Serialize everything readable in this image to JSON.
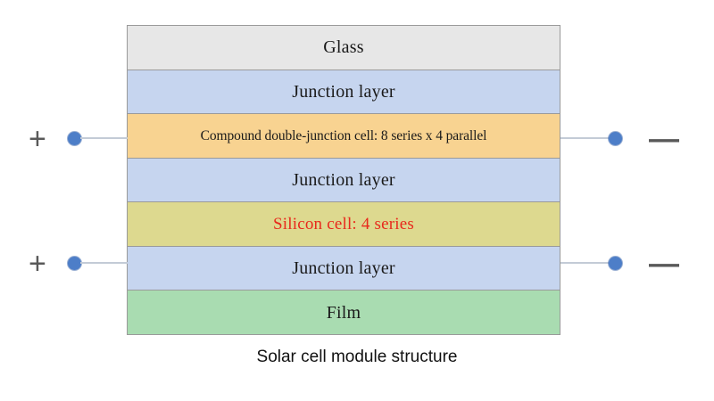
{
  "figure": {
    "caption": "Solar cell module structure",
    "background_color": "#ffffff"
  },
  "stack": {
    "border_color": "#9a9a9a",
    "layers": [
      {
        "id": "glass",
        "label": "Glass",
        "fill": "#e7e7e7",
        "text_color": "#1a1a1a"
      },
      {
        "id": "junction-1",
        "label": "Junction layer",
        "fill": "#c6d5ef",
        "text_color": "#1a1a1a"
      },
      {
        "id": "compound",
        "label": "Compound double-junction cell: 8 series x 4 parallel",
        "fill": "#f8d391",
        "text_color": "#1a1a1a"
      },
      {
        "id": "junction-2",
        "label": "Junction layer",
        "fill": "#c6d5ef",
        "text_color": "#1a1a1a"
      },
      {
        "id": "silicon",
        "label": "Silicon cell: 4 series",
        "fill": "#ddd98f",
        "text_color": "#e8291c"
      },
      {
        "id": "junction-3",
        "label": "Junction layer",
        "fill": "#c6d5ef",
        "text_color": "#1a1a1a"
      },
      {
        "id": "film",
        "label": "Film",
        "fill": "#a9dcb1",
        "text_color": "#1a1a1a"
      }
    ]
  },
  "terminals": {
    "dot_color": "#4d7ec8",
    "lead_color": "#c3cbd6",
    "sign_color": "#595959",
    "groups": [
      {
        "id": "compound-cell-terminals",
        "connects_to": "compound",
        "positive_sign": "+",
        "negative_sign": "—"
      },
      {
        "id": "silicon-cell-terminals",
        "connects_to": "junction-3",
        "positive_sign": "+",
        "negative_sign": "—"
      }
    ]
  }
}
